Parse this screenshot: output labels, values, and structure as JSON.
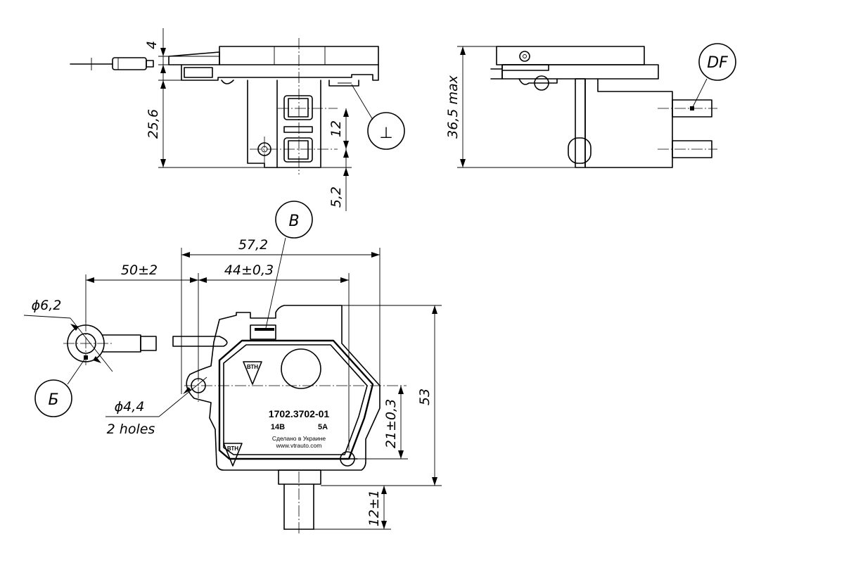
{
  "dimensions": {
    "top_thickness": "4",
    "side_height": "25,6",
    "terminal_pitch": "12",
    "terminal_offset": "5,2",
    "max_height": "36,5 max",
    "overall_width": "57,2",
    "mount_distance": "44±0,3",
    "lead_length": "50±2",
    "ring_diameter": "ϕ6,2",
    "hole_diameter": "ϕ4,4",
    "holes_count": "2 holes",
    "hole_offset": "21±0,3",
    "overall_height": "53",
    "brush_extension": "12±1"
  },
  "callouts": {
    "ground": "⊥",
    "df": "DF",
    "b_terminal": "B",
    "b_lead": "Б"
  },
  "marking": {
    "model": "1702.3702-01",
    "voltage": "14В",
    "current": "5А",
    "origin": "Сделано в Украине",
    "website": "www.vtrauto.com",
    "logo": "ВТН"
  }
}
